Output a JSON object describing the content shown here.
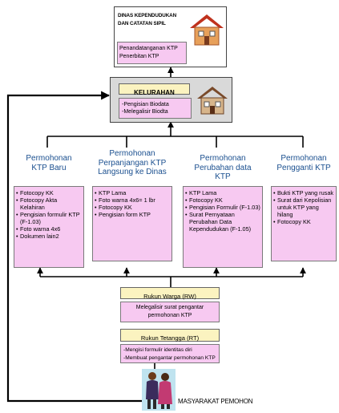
{
  "dinas": {
    "title": "DINAS KEPENDUDUKAN DAN CATATAN SIPIL",
    "items": [
      "Penandatanganan KTP",
      "Penerbitan KTP"
    ]
  },
  "kelurahan": {
    "title": "KELURAHAN",
    "items": [
      "Pengisian Biodata",
      "Melegalisir Biodta"
    ]
  },
  "columns": [
    {
      "title": "Permohonan KTP Baru",
      "items": [
        "Fotocopy KK",
        "Fotocopy Akta Kelahiran",
        "Pengisian formulir KTP (F-1.03)",
        "Foto warna 4x6",
        "Dokumen lain2"
      ]
    },
    {
      "title": "Permohonan Perpanjangan KTP Langsung ke Dinas",
      "items": [
        "KTP Lama",
        "Foto warna 4x6= 1 lbr",
        "Fotocopy KK",
        "Pengisian form KTP"
      ]
    },
    {
      "title": "Permohonan Perubahan data KTP",
      "items": [
        "KTP Lama",
        "Fotocopy KK",
        "Pengisian Formulir (F-1.03)",
        "Surat Pernyataan Perubahan Data Kependudukan (F-1.05)"
      ]
    },
    {
      "title": "Permohonan Pengganti KTP",
      "items": [
        "Bukti KTP yang rusak",
        "Surat dari Kepolisian untuk KTP yang hilang",
        "Fotocopy KK"
      ]
    }
  ],
  "rw": {
    "title": "Rukun Warga (RW)",
    "text": "Melegalisir surat pengantar permohonan KTP"
  },
  "rt": {
    "title": "Rukun Tetangga (RT)",
    "items": [
      "Mengisi formulir identitas diri",
      "Membuat pengantar permohonan KTP"
    ]
  },
  "masyarakat": {
    "label": "MASYARAKAT PEMOHON"
  },
  "icons": {
    "house": "house-icon",
    "people": "people-icon",
    "arrow": "arrow-icon"
  },
  "colors": {
    "pink": "#f7c9f1",
    "yellow": "#fbf3c0",
    "gray": "#d9d9d9",
    "blue_text": "#1a4f8f"
  }
}
